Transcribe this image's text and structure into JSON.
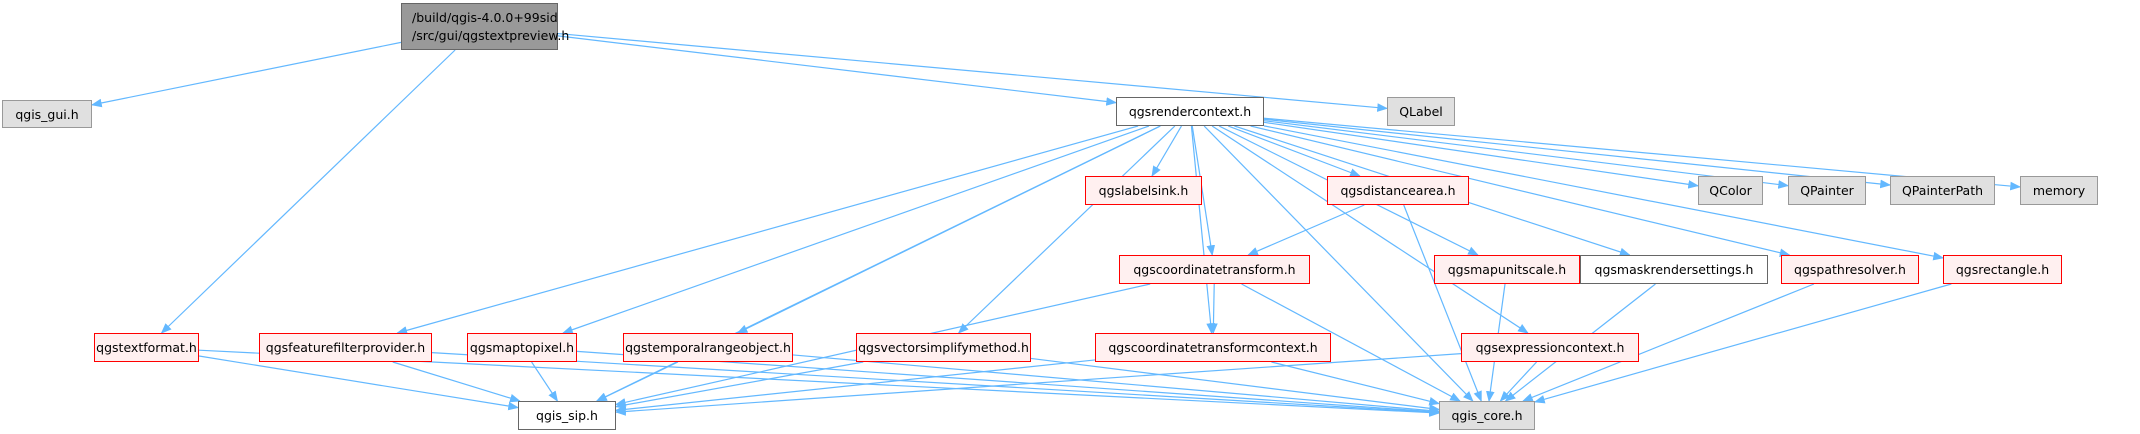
{
  "nodes": [
    {
      "id": "root",
      "kind": "root",
      "lines": [
        "/build/qgis-4.0.0+99sid",
        "/src/gui/qgstextpreview.h"
      ]
    },
    {
      "id": "qgis_gui",
      "kind": "ext",
      "label": "qgis_gui.h"
    },
    {
      "id": "rendercontext",
      "kind": "plain",
      "label": "qgsrendercontext.h"
    },
    {
      "id": "QLabel",
      "kind": "ext",
      "label": "QLabel"
    },
    {
      "id": "labelsink",
      "kind": "red",
      "label": "qgslabelsink.h"
    },
    {
      "id": "distancearea",
      "kind": "red",
      "label": "qgsdistancearea.h"
    },
    {
      "id": "QColor",
      "kind": "ext",
      "label": "QColor"
    },
    {
      "id": "QPainter",
      "kind": "ext",
      "label": "QPainter"
    },
    {
      "id": "QPainterPath",
      "kind": "ext",
      "label": "QPainterPath"
    },
    {
      "id": "memory",
      "kind": "ext",
      "label": "memory"
    },
    {
      "id": "coordtransform",
      "kind": "red",
      "label": "qgscoordinatetransform.h"
    },
    {
      "id": "mapunitscale",
      "kind": "red",
      "label": "qgsmapunitscale.h"
    },
    {
      "id": "maskrender",
      "kind": "plain",
      "label": "qgsmaskrendersettings.h"
    },
    {
      "id": "pathresolver",
      "kind": "red",
      "label": "qgspathresolver.h"
    },
    {
      "id": "rectangle",
      "kind": "red",
      "label": "qgsrectangle.h"
    },
    {
      "id": "textformat",
      "kind": "red",
      "label": "qgstextformat.h"
    },
    {
      "id": "featurefilter",
      "kind": "red",
      "label": "qgsfeaturefilterprovider.h"
    },
    {
      "id": "maptopixel",
      "kind": "red",
      "label": "qgsmaptopixel.h"
    },
    {
      "id": "temporal",
      "kind": "red",
      "label": "qgstemporalrangeobject.h"
    },
    {
      "id": "vectorsimplify",
      "kind": "red",
      "label": "qgsvectorsimplifymethod.h"
    },
    {
      "id": "coordctx",
      "kind": "red",
      "label": "qgscoordinatetransformcontext.h"
    },
    {
      "id": "exprctx",
      "kind": "red",
      "label": "qgsexpressioncontext.h"
    },
    {
      "id": "qgis_sip",
      "kind": "plain",
      "label": "qgis_sip.h"
    },
    {
      "id": "qgis_core",
      "kind": "ext",
      "label": "qgis_core.h"
    }
  ],
  "edges": [
    [
      "root",
      "qgis_gui"
    ],
    [
      "root",
      "rendercontext"
    ],
    [
      "root",
      "QLabel"
    ],
    [
      "root",
      "textformat"
    ],
    [
      "rendercontext",
      "labelsink"
    ],
    [
      "rendercontext",
      "distancearea"
    ],
    [
      "rendercontext",
      "QColor"
    ],
    [
      "rendercontext",
      "QPainter"
    ],
    [
      "rendercontext",
      "QPainterPath"
    ],
    [
      "rendercontext",
      "memory"
    ],
    [
      "rendercontext",
      "coordtransform"
    ],
    [
      "rendercontext",
      "mapunitscale"
    ],
    [
      "rendercontext",
      "maskrender"
    ],
    [
      "rendercontext",
      "pathresolver"
    ],
    [
      "rendercontext",
      "rectangle"
    ],
    [
      "rendercontext",
      "featurefilter"
    ],
    [
      "rendercontext",
      "maptopixel"
    ],
    [
      "rendercontext",
      "temporal"
    ],
    [
      "rendercontext",
      "vectorsimplify"
    ],
    [
      "rendercontext",
      "coordctx"
    ],
    [
      "rendercontext",
      "exprctx"
    ],
    [
      "rendercontext",
      "qgis_core"
    ],
    [
      "rendercontext",
      "qgis_sip"
    ],
    [
      "distancearea",
      "coordtransform"
    ],
    [
      "distancearea",
      "qgis_core"
    ],
    [
      "coordtransform",
      "coordctx"
    ],
    [
      "coordtransform",
      "qgis_core"
    ],
    [
      "coordtransform",
      "qgis_sip"
    ],
    [
      "mapunitscale",
      "qgis_core"
    ],
    [
      "maskrender",
      "qgis_core"
    ],
    [
      "pathresolver",
      "qgis_core"
    ],
    [
      "rectangle",
      "qgis_core"
    ],
    [
      "textformat",
      "qgis_sip"
    ],
    [
      "textformat",
      "qgis_core"
    ],
    [
      "featurefilter",
      "qgis_sip"
    ],
    [
      "featurefilter",
      "qgis_core"
    ],
    [
      "maptopixel",
      "qgis_sip"
    ],
    [
      "maptopixel",
      "qgis_core"
    ],
    [
      "temporal",
      "qgis_sip"
    ],
    [
      "temporal",
      "qgis_core"
    ],
    [
      "vectorsimplify",
      "qgis_sip"
    ],
    [
      "vectorsimplify",
      "qgis_core"
    ],
    [
      "coordctx",
      "qgis_sip"
    ],
    [
      "coordctx",
      "qgis_core"
    ],
    [
      "exprctx",
      "qgis_sip"
    ],
    [
      "exprctx",
      "qgis_core"
    ]
  ],
  "colors": {
    "edge": "#63b8ff",
    "root_fill": "#999999",
    "ext_fill": "#e0e0e0",
    "red_border": "#ff0000",
    "red_fill": "#fff0f0"
  }
}
